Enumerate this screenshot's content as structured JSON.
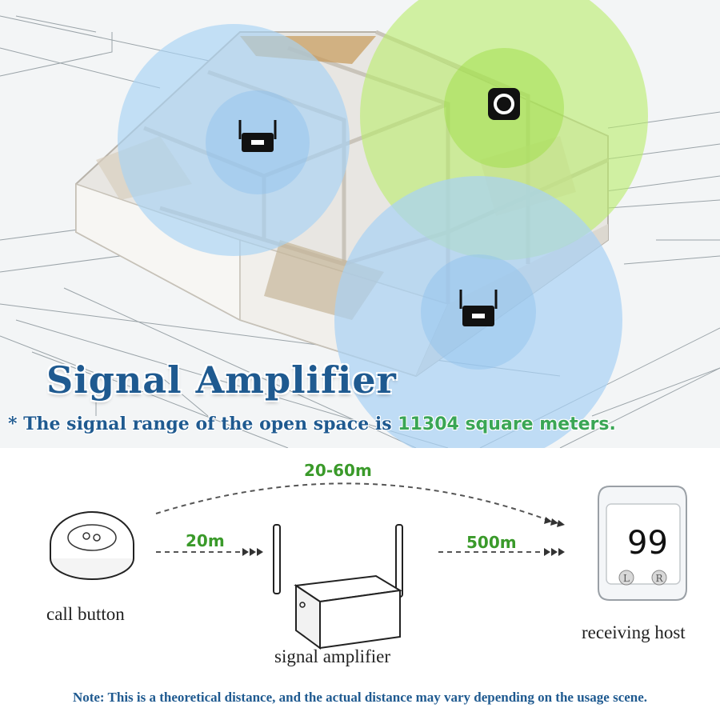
{
  "banner": {
    "title": "Signal Amplifier",
    "subtitle_prefix": "* The signal range of the open space is ",
    "subtitle_highlight": "11304 square meters.",
    "highlight_color": "#3aa655",
    "title_color": "#1f5a90"
  },
  "coverage": {
    "blue_color": "#a8d2f5",
    "green_color": "#b9ec6a",
    "devices": [
      {
        "name": "signal amplifier",
        "icon": "router-icon"
      },
      {
        "name": "receiving host",
        "icon": "host-icon"
      },
      {
        "name": "signal amplifier",
        "icon": "router-icon"
      }
    ]
  },
  "diagram": {
    "distance_total": "20-60m",
    "distance_button_to_amp": "20m",
    "distance_amp_to_host": "500m",
    "call_button_label": "call button",
    "amplifier_label": "signal amplifier",
    "host_label": "receiving host",
    "host_display": "99",
    "host_key_left": "L",
    "host_key_right": "R"
  },
  "note": "Note: This is a theoretical distance, and the actual distance may vary depending on the usage scene."
}
